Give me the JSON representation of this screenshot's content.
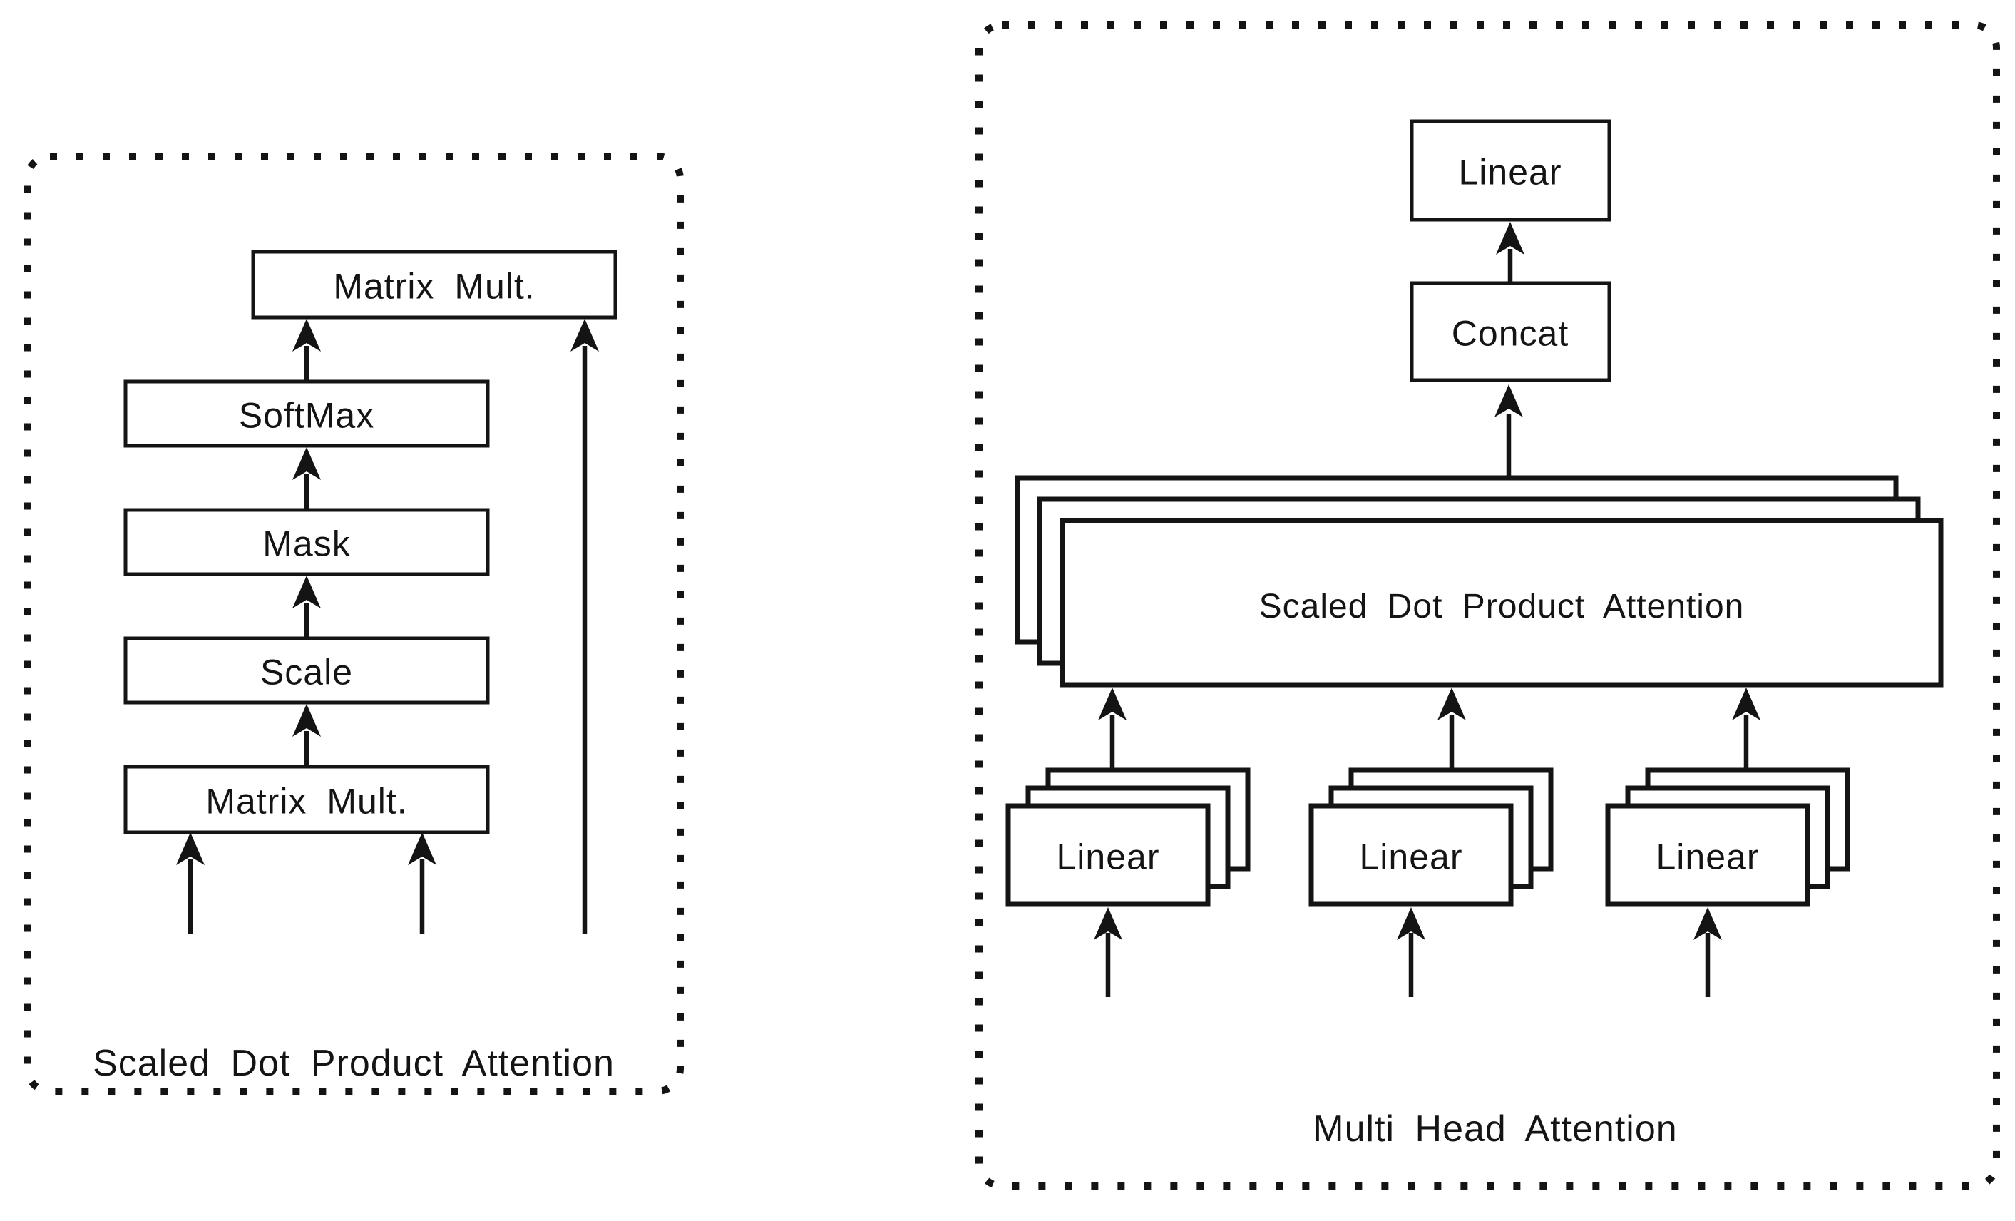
{
  "page": {
    "background_color": "#ffffff",
    "stroke_color": "#141414"
  },
  "left_panel": {
    "caption": "Scaled Dot Product Attention",
    "boxes": {
      "matmul_top": "Matrix Mult.",
      "softmax": "SoftMax",
      "mask": "Mask",
      "scale": "Scale",
      "matmul_bottom": "Matrix Mult."
    }
  },
  "right_panel": {
    "caption": "Multi Head Attention",
    "boxes": {
      "linear_out": "Linear",
      "concat": "Concat",
      "sdpa": "Scaled Dot Product Attention",
      "linear_left": "Linear",
      "linear_middle": "Linear",
      "linear_right": "Linear"
    }
  }
}
